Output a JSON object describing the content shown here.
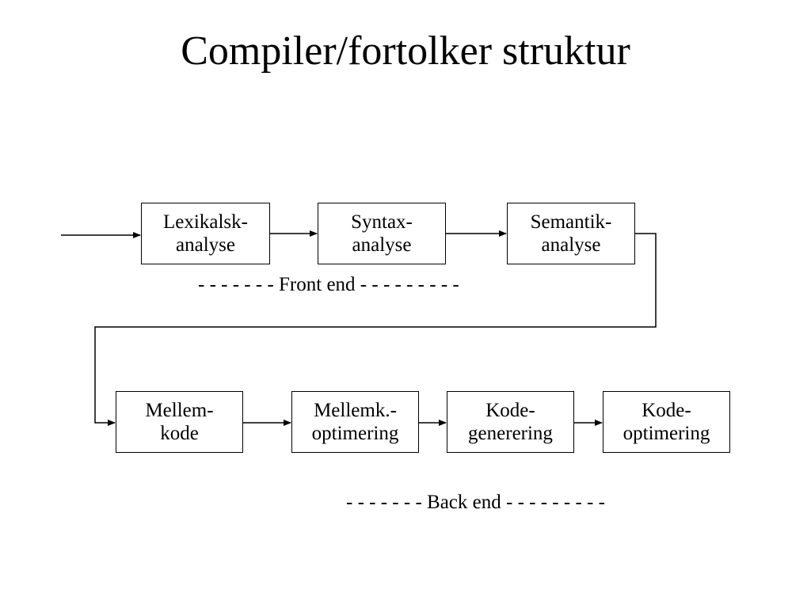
{
  "title": "Compiler/fortolker struktur",
  "front_end": {
    "label": "- - - - - - - Front end - - - - - - - - -",
    "boxes": [
      {
        "line1": "Lexikalsk-",
        "line2": "analyse"
      },
      {
        "line1": "Syntax-",
        "line2": "analyse"
      },
      {
        "line1": "Semantik-",
        "line2": "analyse"
      }
    ]
  },
  "back_end": {
    "label": "- - - - - - - Back end - - - - - - - - -",
    "boxes": [
      {
        "line1": "Mellem-",
        "line2": "kode"
      },
      {
        "line1": "Mellemk.-",
        "line2": "optimering"
      },
      {
        "line1": "Kode-",
        "line2": "generering"
      },
      {
        "line1": "Kode-",
        "line2": "optimering"
      }
    ]
  }
}
